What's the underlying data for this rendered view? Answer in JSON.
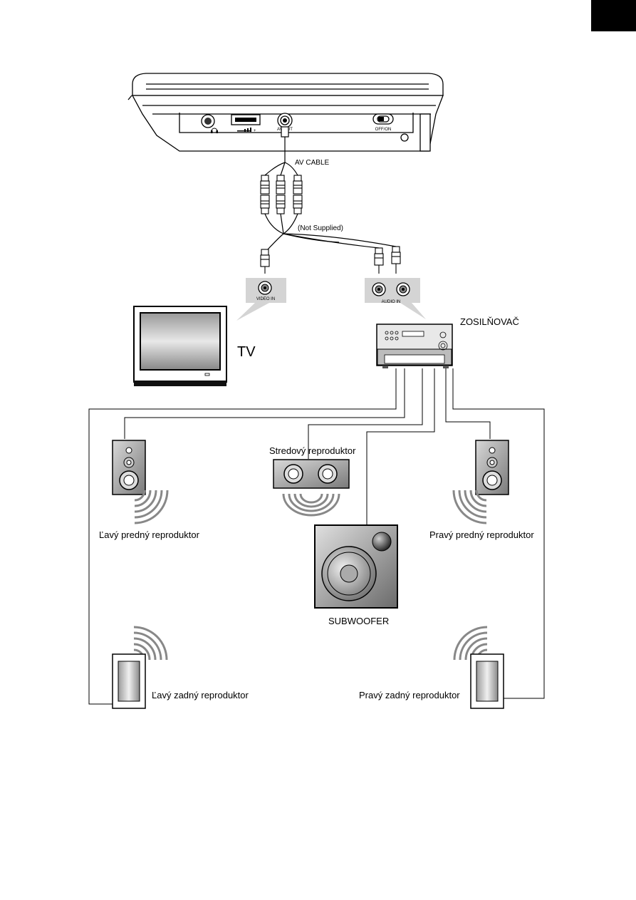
{
  "page": {
    "corner_tab_color": "#000000"
  },
  "player": {
    "ports": {
      "headphone_icon": "headphone-icon",
      "volume_label": "volume-symbol",
      "avout_label": "AV OUT",
      "switch_label": "OFF/ON"
    }
  },
  "labels": {
    "av_cable": "AV CABLE",
    "not_supplied": "(Not Supplied)",
    "video_in": "VIDEO IN",
    "audio_in": "AUDIO IN",
    "amplifier": "ZOSILŇOVAČ",
    "tv": "TV",
    "center_speaker": "Stredový reproduktor",
    "front_left": "Ľavý predný reproduktor",
    "front_right": "Pravý predný reproduktor",
    "subwoofer": "SUBWOOFER",
    "rear_left": "Ľavý zadný reproduktor",
    "rear_right": "Pravý zadný reproduktor"
  }
}
